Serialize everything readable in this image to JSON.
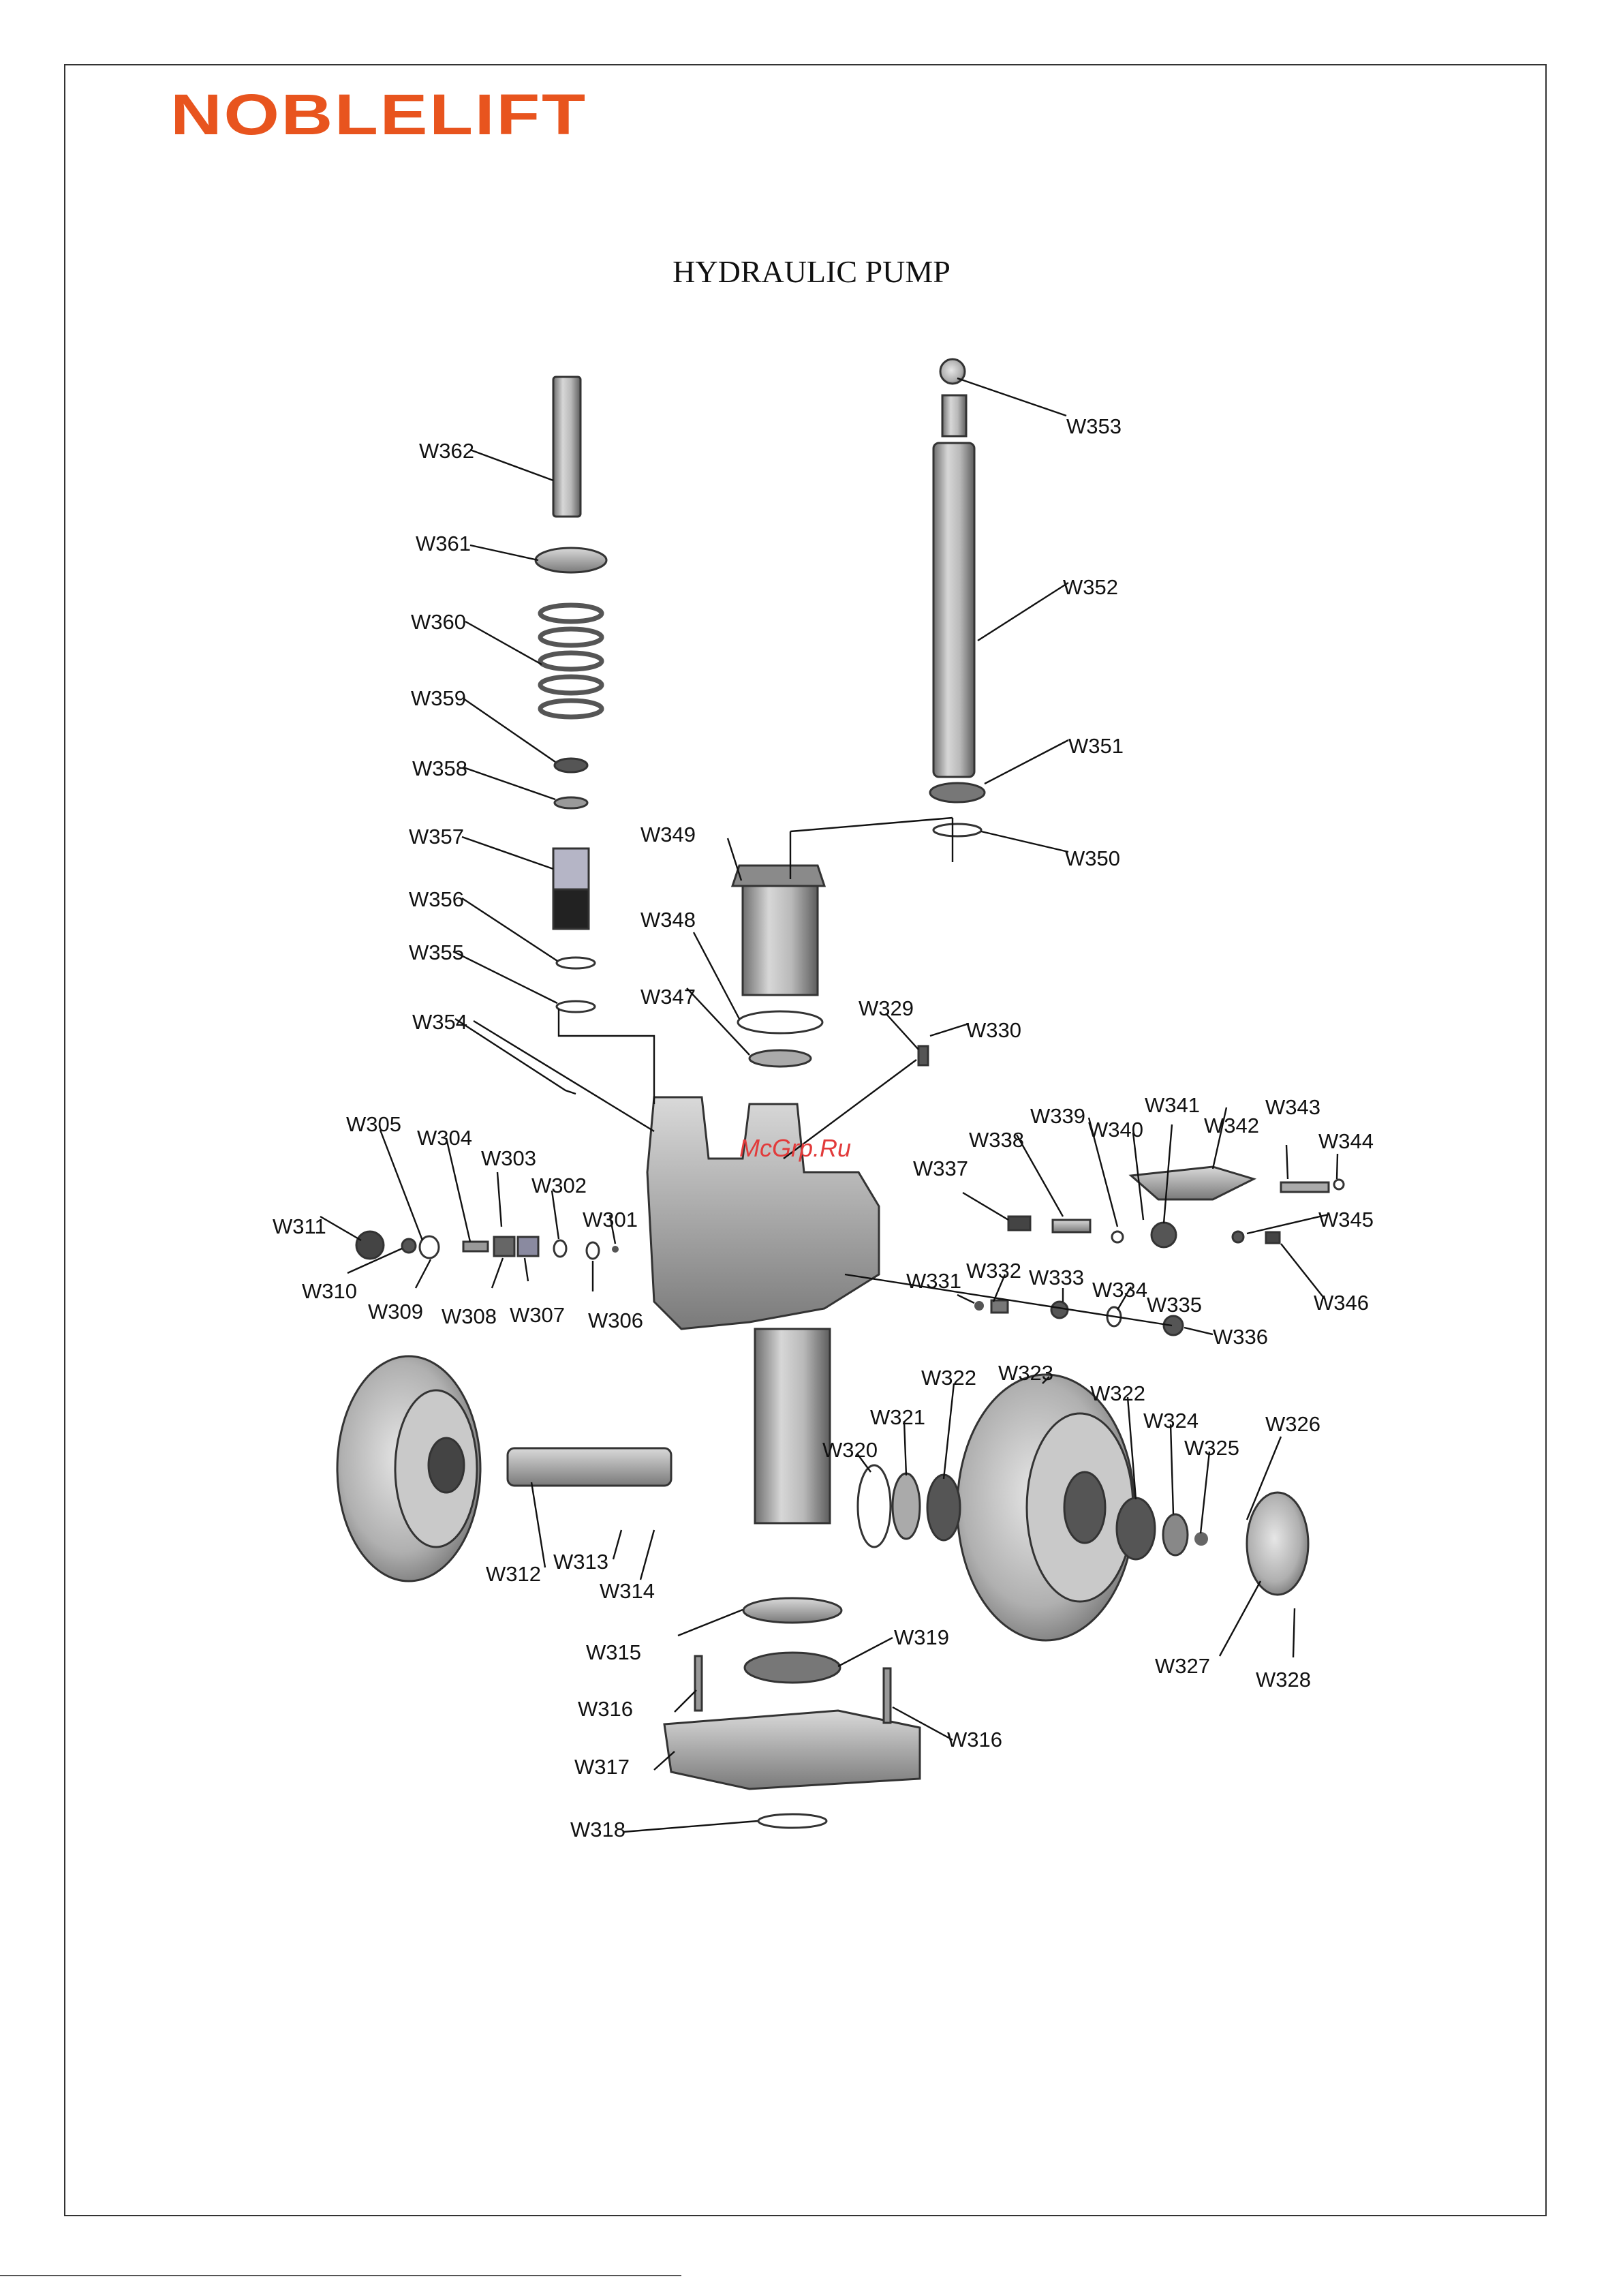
{
  "header": {
    "brand": "NOBLELIFT",
    "brand_color": "#e8541e"
  },
  "page": {
    "title": "HYDRAULIC PUMP"
  },
  "watermark": {
    "text": "McGrp.Ru",
    "color": "#e23b3b"
  },
  "labels": {
    "w301": "W301",
    "w302": "W302",
    "w303": "W303",
    "w304": "W304",
    "w305": "W305",
    "w306": "W306",
    "w307": "W307",
    "w308": "W308",
    "w309": "W309",
    "w310": "W310",
    "w311": "W311",
    "w312": "W312",
    "w313": "W313",
    "w314": "W314",
    "w315": "W315",
    "w316a": "W316",
    "w316b": "W316",
    "w317": "W317",
    "w318": "W318",
    "w319": "W319",
    "w320": "W320",
    "w321": "W321",
    "w322a": "W322",
    "w322b": "W322",
    "w323": "W323",
    "w324": "W324",
    "w325": "W325",
    "w326": "W326",
    "w327": "W327",
    "w328": "W328",
    "w329": "W329",
    "w330": "W330",
    "w331": "W331",
    "w332": "W332",
    "w333": "W333",
    "w334": "W334",
    "w335": "W335",
    "w336": "W336",
    "w337": "W337",
    "w338": "W338",
    "w339": "W339",
    "w340": "W340",
    "w341": "W341",
    "w342": "W342",
    "w343": "W343",
    "w344": "W344",
    "w345": "W345",
    "w346": "W346",
    "w347": "W347",
    "w348": "W348",
    "w349": "W349",
    "w350": "W350",
    "w351": "W351",
    "w352": "W352",
    "w353": "W353",
    "w354": "W354",
    "w355": "W355",
    "w356": "W356",
    "w357": "W357",
    "w358": "W358",
    "w359": "W359",
    "w360": "W360",
    "w361": "W361",
    "w362": "W362"
  }
}
